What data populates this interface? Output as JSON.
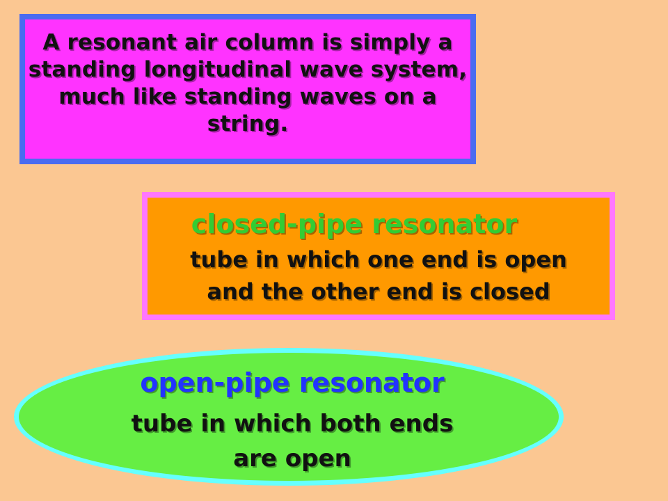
{
  "slide": {
    "background": "#FBC792",
    "box1": {
      "text": "A resonant air column is simply a standing longitudinal wave system, much like standing waves on a string.",
      "fill": "#FF33FF",
      "border": "#4A6CF0"
    },
    "box2": {
      "title": "closed-pipe resonator",
      "line1": "tube in which one end is open",
      "line2": "and the other end is closed",
      "fill": "#FF9900",
      "border": "#FF77FF",
      "title_color": "#33CC33"
    },
    "ellipse": {
      "title": "open-pipe resonator",
      "line1": "tube in which both ends",
      "line2": "are open",
      "fill": "#66EE44",
      "border": "#66FFFF",
      "title_color": "#2233FF"
    }
  }
}
